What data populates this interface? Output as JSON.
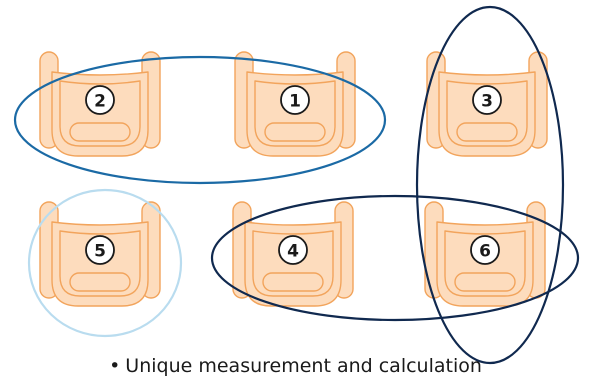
{
  "units": [
    {
      "id": "unit-1",
      "label": "1"
    },
    {
      "id": "unit-2",
      "label": "2"
    },
    {
      "id": "unit-3",
      "label": "3"
    },
    {
      "id": "unit-4",
      "label": "4"
    },
    {
      "id": "unit-5",
      "label": "5"
    },
    {
      "id": "unit-6",
      "label": "6"
    }
  ],
  "groups": [
    {
      "id": "group-1-2",
      "members": [
        "1",
        "2"
      ],
      "color": "#1b6aa5"
    },
    {
      "id": "group-3-6",
      "members": [
        "3",
        "6"
      ],
      "color": "#10294f"
    },
    {
      "id": "group-4-6",
      "members": [
        "4",
        "6"
      ],
      "color": "#10294f"
    },
    {
      "id": "group-5",
      "members": [
        "5"
      ],
      "color": "#b9dcef"
    }
  ],
  "colors": {
    "unit_fill": "#fddcbd",
    "unit_stroke": "#f2a45c",
    "badge_stroke": "#1a1a1a"
  },
  "footer": {
    "bullet": "•",
    "text": "Unique measurement and calculation"
  }
}
